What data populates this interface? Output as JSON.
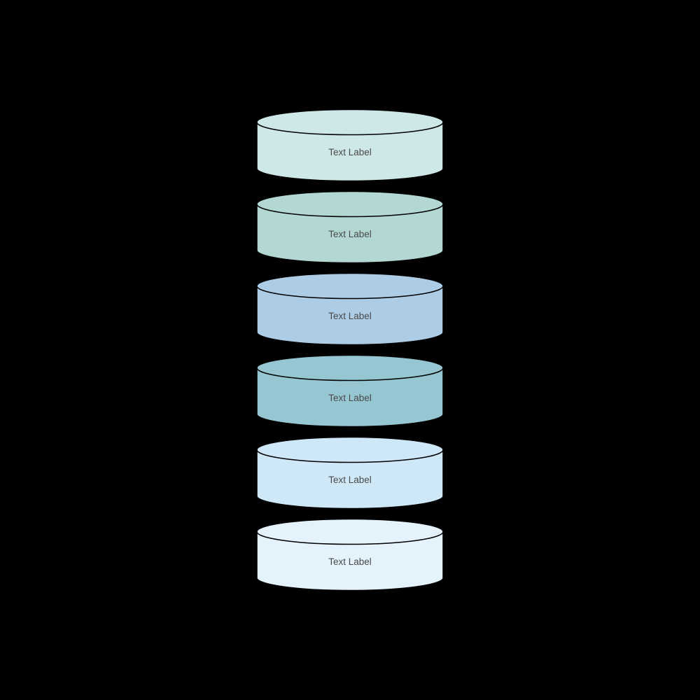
{
  "canvas": {
    "background": "#000000",
    "stroke_color": "#000000",
    "label_color": "#4a4a4a"
  },
  "diagram": {
    "type": "stacked-database-cylinders",
    "cylinders": [
      {
        "label": "Text Label",
        "fill": "#cde8e7"
      },
      {
        "label": "Text Label",
        "fill": "#b3d8d3"
      },
      {
        "label": "Text Label",
        "fill": "#adcce6"
      },
      {
        "label": "Text Label",
        "fill": "#95c6d1"
      },
      {
        "label": "Text Label",
        "fill": "#cfe8f7"
      },
      {
        "label": "Text Label",
        "fill": "#e3f2fb"
      }
    ]
  }
}
